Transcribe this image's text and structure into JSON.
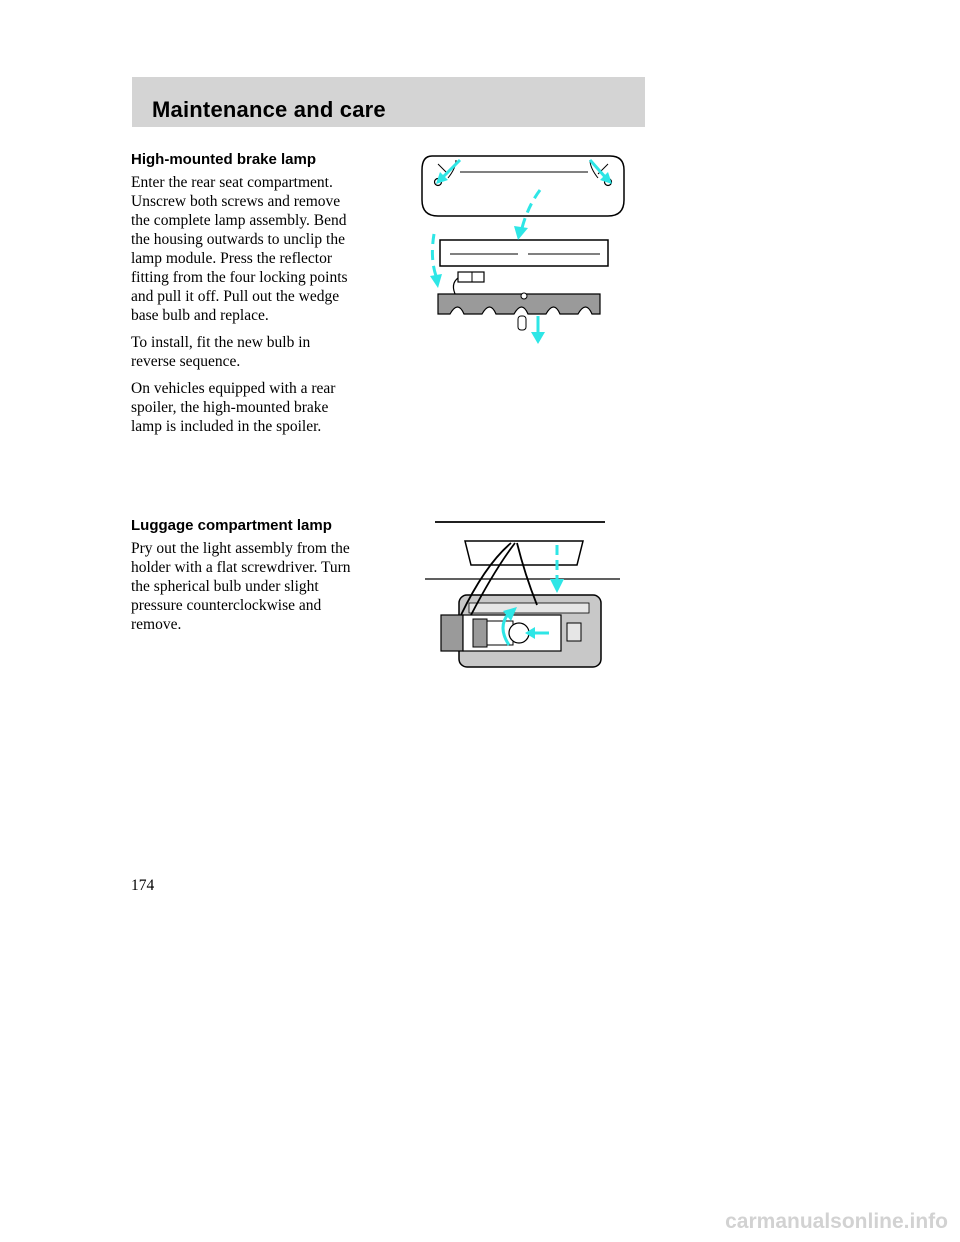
{
  "header": {
    "title": "Maintenance and care"
  },
  "sections": [
    {
      "heading": "High-mounted brake lamp",
      "paragraphs": [
        "Enter the rear seat compartment.\nUnscrew both screws and remove\nthe complete lamp assembly. Bend\nthe housing outwards to unclip the\nlamp module. Press the reflector\nfitting from the four locking points\nand pull it off. Pull out the wedge\nbase bulb and replace.",
        "To install, fit the new bulb in\nreverse sequence.",
        "On vehicles equipped with a rear\nspoiler, the high-mounted brake\nlamp is included in the spoiler."
      ],
      "figure_icon": "brake-lamp-assembly-diagram"
    },
    {
      "heading": "Luggage compartment lamp",
      "paragraphs": [
        "Pry out the light assembly from the\nholder with a flat screwdriver. Turn\nthe spherical bulb under slight\npressure counterclockwise and\nremove."
      ],
      "figure_icon": "luggage-lamp-diagram"
    }
  ],
  "page_number": "174",
  "watermark": "carmanualsonline.info",
  "colors": {
    "header_bg": "#d4d4d4",
    "arrow": "#2ee6e6",
    "housing_grey": "#c8c8c8"
  }
}
